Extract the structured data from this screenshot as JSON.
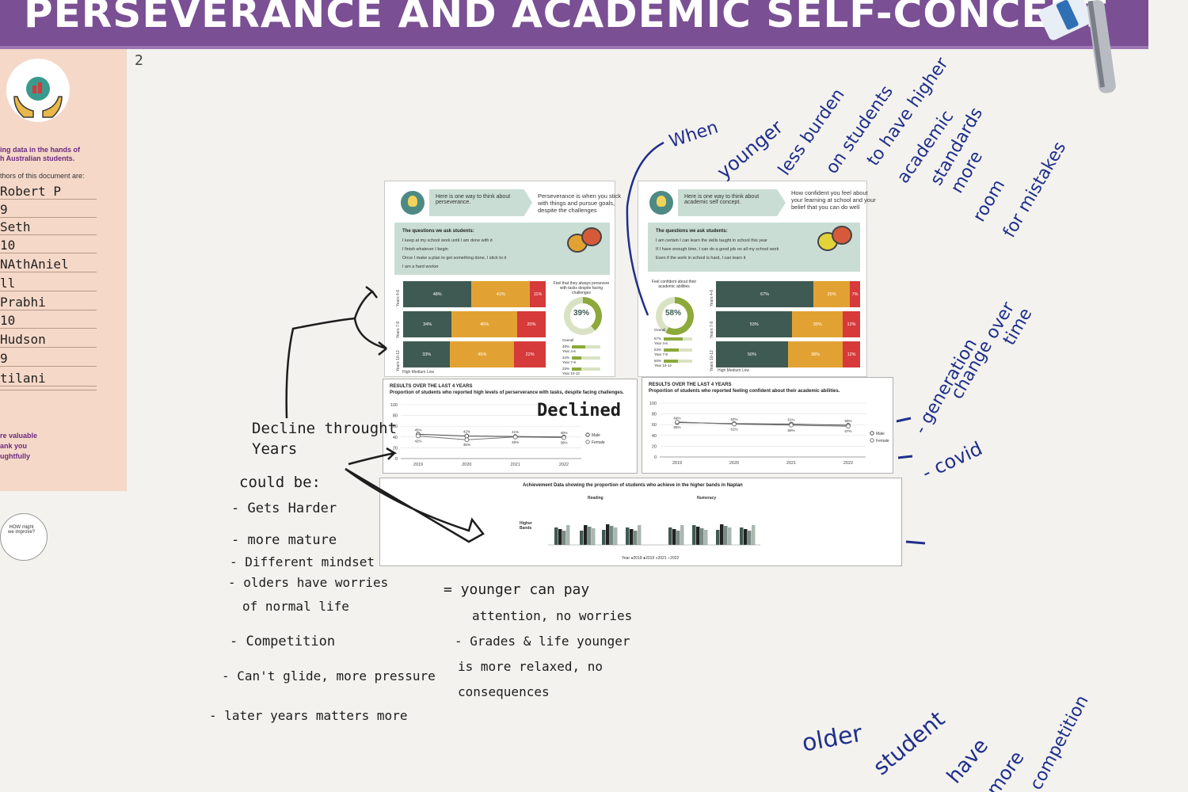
{
  "banner": {
    "title": "PERSEVERANCE AND ACADEMIC SELF-CONCEPT"
  },
  "sidebar": {
    "intro_line1": "ing data in the hands of",
    "intro_line2": "h Australian students.",
    "authors_label": "thors of this document are:",
    "names": [
      "Robert P",
      "9",
      "Seth",
      "10",
      "NAthAniel",
      "ll",
      "Prabhi",
      "10",
      "Hudson",
      "9",
      "tilani",
      ""
    ],
    "footer_line1": "re valuable",
    "footer_line2": "ank you",
    "footer_line3": "ughtfully",
    "hmwi_text": "HOW might we improve?"
  },
  "page_number": "2",
  "left_sheet": {
    "banner_text": "Here is one way to think about perseverance.",
    "definition": "Perseverance is when you stick with things and pursue goals, despite the challenges",
    "questions_title": "The questions we ask students:",
    "questions": [
      "I keep at my school work until I am done with it",
      "I finish whatever I begin",
      "Once I make a plan to get something done, I stick to it",
      "I am a hard worker"
    ],
    "rows": [
      {
        "label": "Years 4-6",
        "high": 48,
        "medium": 41,
        "low": 11
      },
      {
        "label": "Years 7-9",
        "high": 34,
        "medium": 46,
        "low": 20
      },
      {
        "label": "Years 10-12",
        "high": 33,
        "medium": 45,
        "low": 22
      }
    ],
    "legend": "High  Medium  Low",
    "side_heading": "Feel that they always persevere with tasks despite facing challenges",
    "donut_value": "39%",
    "donut_fraction": 0.39,
    "overall_label": "Overall",
    "mini_rows": [
      {
        "pct": "48%",
        "label": "Year 4-6",
        "fraction": 0.48
      },
      {
        "pct": "34%",
        "label": "Year 7-9",
        "fraction": 0.34
      },
      {
        "pct": "33%",
        "label": "Year 10-12",
        "fraction": 0.33
      }
    ]
  },
  "right_sheet": {
    "banner_text": "Here is one way to think about academic self concept.",
    "definition": "How confident you feel about your learning at school and your belief that you can do well",
    "questions_title": "The questions we ask students:",
    "questions": [
      "I am certain I can learn the skills taught in school this year",
      "If I have enough time, I can do a good job on all my school work",
      "Even if the work in school is hard, I can learn it"
    ],
    "rows": [
      {
        "label": "Years 4-6",
        "high": 67,
        "medium": 25,
        "low": 7
      },
      {
        "label": "Years 7-9",
        "high": 53,
        "medium": 35,
        "low": 12
      },
      {
        "label": "Years 10-12",
        "high": 50,
        "medium": 38,
        "low": 12
      }
    ],
    "legend": "High  Medium  Low",
    "side_heading": "Feel confident about their academic abilities",
    "donut_value": "58%",
    "donut_fraction": 0.58,
    "overall_label": "Overall",
    "mini_rows": [
      {
        "pct": "67%",
        "label": "Year 4-6",
        "fraction": 0.67
      },
      {
        "pct": "53%",
        "label": "Year 7-9",
        "fraction": 0.53
      },
      {
        "pct": "50%",
        "label": "Year 10-12",
        "fraction": 0.5
      }
    ]
  },
  "left_trend": {
    "heading": "RESULTS OVER THE LAST 4 YEARS",
    "subheading": "Proportion of students who reported high levels of perserverance with tasks, despite facing challenges."
  },
  "right_trend": {
    "heading": "RESULTS OVER THE LAST 4 YEARS",
    "subheading": "Proportion of students who reported feeling confident about their academic abilities."
  },
  "achievement": {
    "title": "Achievement Data showing the proportion of students who achieve in the higher bands in Naplan",
    "reading_label": "Reading",
    "numeracy_label": "Numeracy",
    "y_label": "Higher Bands",
    "legend_prefix": "Year",
    "legend_years": [
      "2018",
      "2019",
      "2021",
      "2022"
    ]
  },
  "chart_data": [
    {
      "type": "line",
      "title": "RESULTS OVER THE LAST 4 YEARS",
      "subtitle": "Proportion of students who reported high levels of perserverance with tasks, despite facing challenges.",
      "x": [
        "2019",
        "2020",
        "2021",
        "2022"
      ],
      "ylim": [
        0,
        100
      ],
      "yticks": [
        0,
        20,
        40,
        60,
        80,
        100
      ],
      "series": [
        {
          "name": "Male",
          "values": [
            45,
            42,
            41,
            40
          ],
          "labels": [
            "45%",
            "42%",
            "41%",
            "40%"
          ]
        },
        {
          "name": "Female",
          "values": [
            42,
            35,
            40,
            39
          ],
          "labels": [
            "42%",
            "35%",
            "40%",
            "39%"
          ]
        }
      ],
      "legend": "right"
    },
    {
      "type": "line",
      "title": "RESULTS OVER THE LAST 4 YEARS",
      "subtitle": "Proportion of students who reported feeling confident about their academic abilities.",
      "x": [
        "2019",
        "2020",
        "2021",
        "2022"
      ],
      "ylim": [
        0,
        100
      ],
      "yticks": [
        0,
        20,
        40,
        60,
        80,
        100
      ],
      "series": [
        {
          "name": "Male",
          "values": [
            64,
            62,
            61,
            59
          ],
          "labels": [
            "64%",
            "62%",
            "61%",
            "59%"
          ]
        },
        {
          "name": "Female",
          "values": [
            65,
            61,
            59,
            57
          ],
          "labels": [
            "65%",
            "61%",
            "59%",
            "57%"
          ]
        }
      ],
      "legend": "right"
    }
  ],
  "colors": {
    "banner": "#7a4f93",
    "high": "#3f5a52",
    "medium": "#e2a233",
    "low": "#d63a3a",
    "marker_black": "#1d1d1d",
    "marker_blue": "#1f2f8c"
  },
  "annotations": {
    "declined": "Declined",
    "decline_line1": "Decline throught",
    "decline_line2": "Years",
    "could_be": "could be:",
    "reasons": [
      "- Gets Harder",
      "- more mature",
      "- Different mindset",
      "- olders have worries",
      "of normal life",
      "- Competition",
      "- Can't glide, more pressure",
      "- later years matters more"
    ],
    "younger": [
      "= younger can pay",
      "attention, no worries",
      "- Grades & life younger",
      "is more relaxed, no",
      "consequences"
    ],
    "blue_when": "When",
    "blue_younger": "younger",
    "blue_less_burden": "less burden",
    "blue_on_students": "on students",
    "blue_to_have": "to have higher",
    "blue_academic": "academic",
    "blue_standards": "standards",
    "blue_more": "more",
    "blue_room": "room",
    "blue_for_mistakes": "for mistakes",
    "blue_generation": "- generation",
    "blue_change": "change over",
    "blue_time": "time",
    "blue_covid": "- covid",
    "blue_older": "older",
    "blue_student": "student",
    "blue_have": "have",
    "blue_more2": "more",
    "blue_competition": "competition"
  }
}
